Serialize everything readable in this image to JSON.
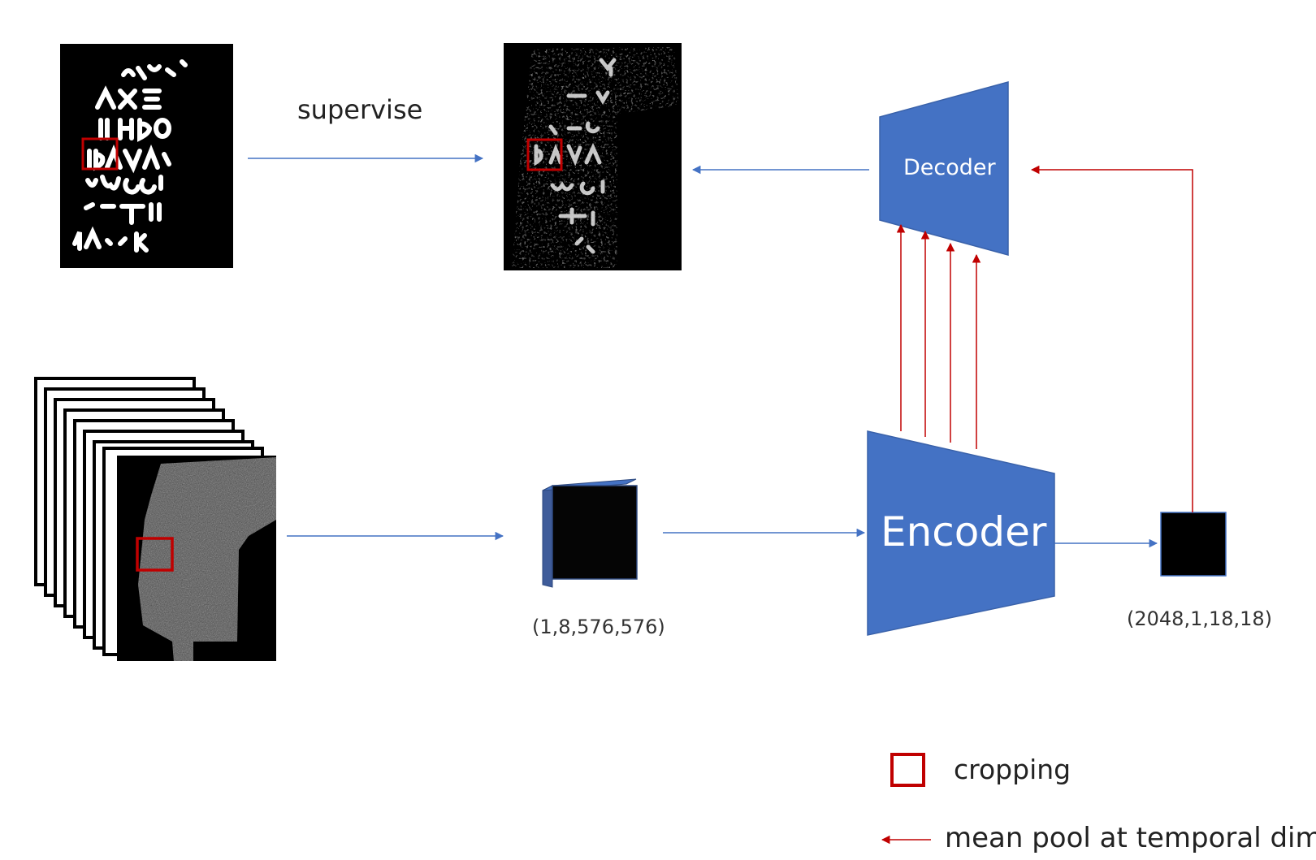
{
  "labels": {
    "supervise": "supervise",
    "input_shape": "(1,8,576,576)",
    "feature_shape": "(2048,1,18,18)",
    "decoder": "Decoder",
    "encoder": "Encoder"
  },
  "legend": {
    "cropping": "cropping",
    "mean_pool": "mean pool at temporal dim"
  },
  "colors": {
    "block_blue": "#4472C4",
    "arrow_blue": "#4472C4",
    "arrow_red": "#C00000",
    "crop_red": "#C00000",
    "image_bg": "#000000"
  }
}
